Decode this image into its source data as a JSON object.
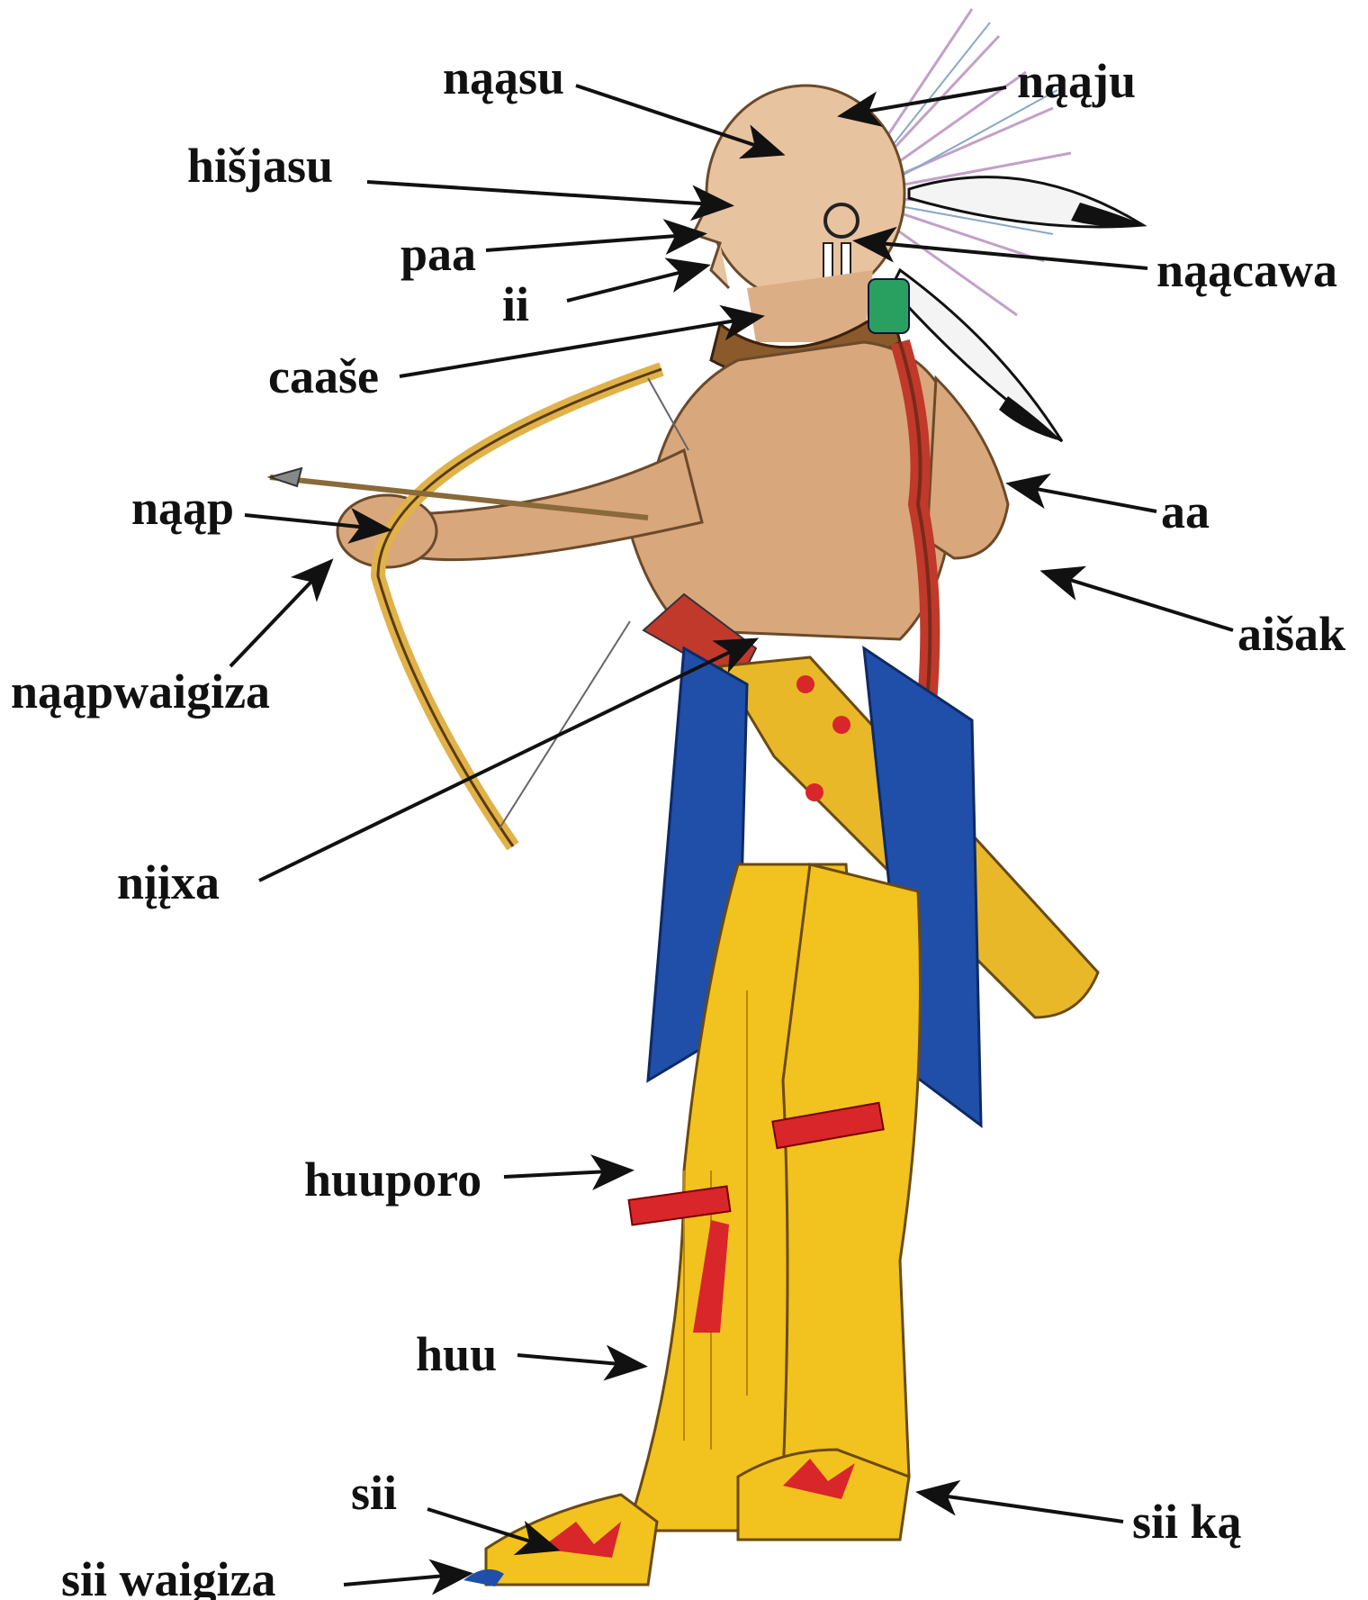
{
  "labels": {
    "naasu": "nąąsu",
    "naaju": "nąąju",
    "hisjasu": "hišjasu",
    "paa": "paa",
    "naacawa": "nąącawa",
    "ii": "ii",
    "caase": "caaše",
    "naap": "nąąp",
    "aa": "aa",
    "aisak": "aišak",
    "naapwaigiza": "nąąpwaigiza",
    "niixa": "nįįxa",
    "huuporo": "huuporo",
    "huu": "huu",
    "sii": "sii",
    "sii_ka": "sii ką",
    "sii_waigiza": "sii waigiza"
  },
  "colors": {
    "skin": "#d9a77c",
    "leather": "#f2c21e",
    "blue_cloth": "#1f4fa8",
    "red_accent": "#d8262a",
    "bow": "#e0b24a",
    "feather": "#f0f0f0"
  }
}
